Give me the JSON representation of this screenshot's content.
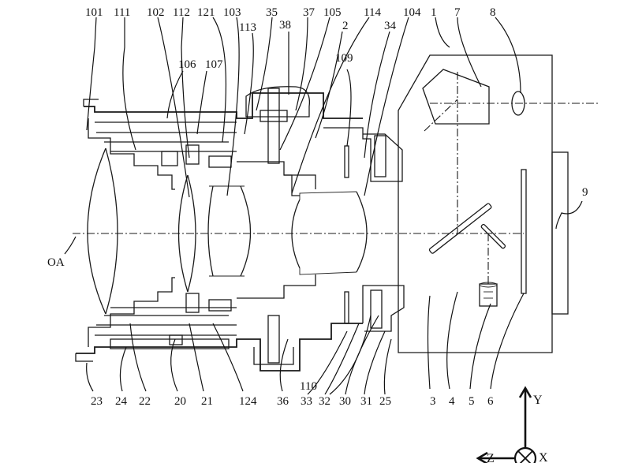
{
  "figure": {
    "type": "patent-cross-section",
    "subject": "interchangeable lens and camera body cross-section",
    "optical_axis_label": "OA"
  },
  "labels_top": [
    "101",
    "111",
    "102",
    "112",
    "121",
    "103",
    "113",
    "35",
    "38",
    "37",
    "105",
    "2",
    "114",
    "34",
    "104",
    "1",
    "7",
    "8"
  ],
  "labels_mid": [
    "106",
    "107",
    "109",
    "9"
  ],
  "labels_bottom": [
    "23",
    "24",
    "22",
    "20",
    "21",
    "124",
    "36",
    "110",
    "33",
    "32",
    "30",
    "31",
    "25",
    "3",
    "4",
    "5",
    "6"
  ],
  "axes": {
    "y": "Y",
    "z": "Z",
    "x": "X"
  }
}
